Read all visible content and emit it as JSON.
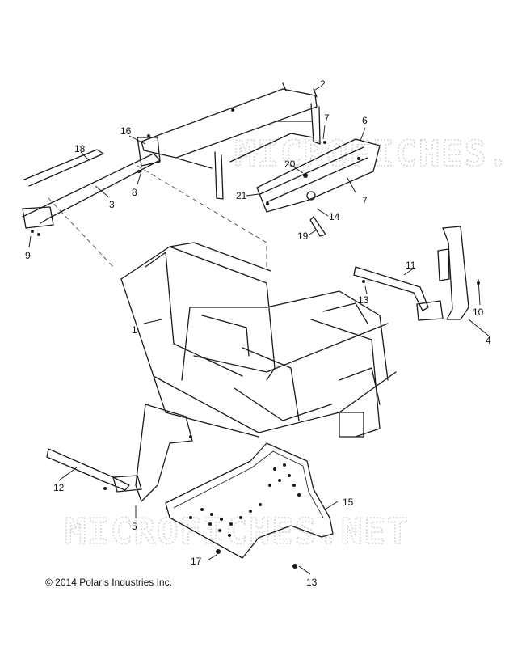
{
  "watermark": "MICROFICHES.NET",
  "copyright": "© 2014 Polaris Industries Inc.",
  "callouts": [
    "1",
    "2",
    "3",
    "4",
    "5",
    "6",
    "7",
    "7",
    "8",
    "9",
    "10",
    "11",
    "12",
    "13",
    "13",
    "14",
    "15",
    "16",
    "17",
    "18",
    "19",
    "20",
    "21"
  ]
}
